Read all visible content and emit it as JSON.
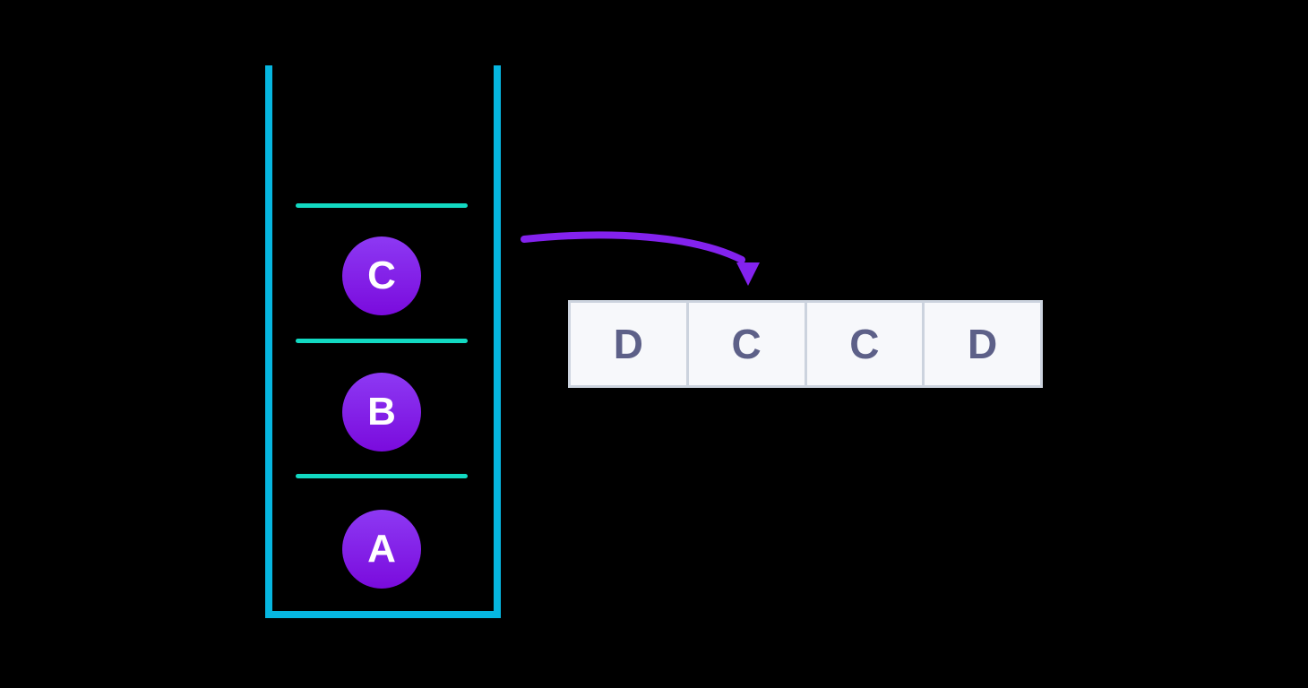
{
  "diagram": {
    "type": "stack-to-array",
    "background": "#000000",
    "stack": {
      "wall_color": "#06b6e0",
      "divider_color": "#12d9c2",
      "items": [
        {
          "label": "C"
        },
        {
          "label": "B"
        },
        {
          "label": "A"
        }
      ],
      "item_color_top": "#8d39f3",
      "item_color_bottom": "#7a0bdd",
      "item_text_color": "#ffffff"
    },
    "arrow": {
      "color": "#8322ee",
      "direction": "stack-top-to-array"
    },
    "array": {
      "cells": [
        {
          "label": "D"
        },
        {
          "label": "C"
        },
        {
          "label": "C"
        },
        {
          "label": "D"
        }
      ],
      "cell_background": "#f7f8fb",
      "border_color": "#ccd3de",
      "text_color": "#5d6088"
    }
  }
}
